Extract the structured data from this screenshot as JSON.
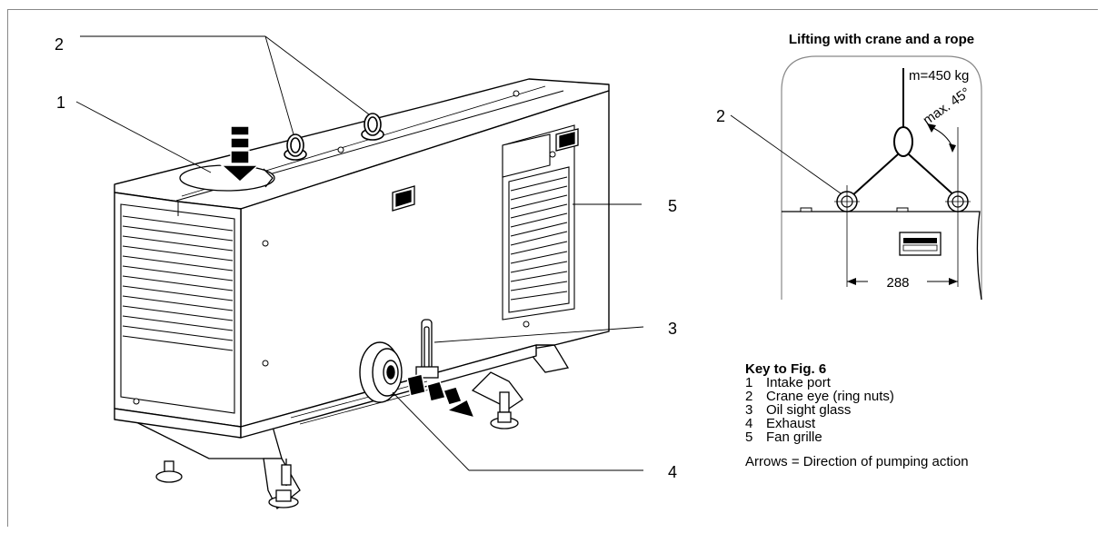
{
  "callouts": {
    "c1": "1",
    "c2": "2",
    "c3": "3",
    "c4": "4",
    "c5": "5"
  },
  "inset": {
    "title": "Lifting with crane and a rope",
    "mass_label": "m=450 kg",
    "angle_label": "max. 45°",
    "dimension_label": "288",
    "callout": "2"
  },
  "key": {
    "title": "Key to Fig. 6",
    "items": [
      {
        "num": "1",
        "text": "Intake port"
      },
      {
        "num": "2",
        "text": "Crane eye (ring nuts)"
      },
      {
        "num": "3",
        "text": "Oil sight glass"
      },
      {
        "num": "4",
        "text": "Exhaust"
      },
      {
        "num": "5",
        "text": "Fan grille"
      }
    ],
    "note": "Arrows = Direction of pumping action"
  }
}
